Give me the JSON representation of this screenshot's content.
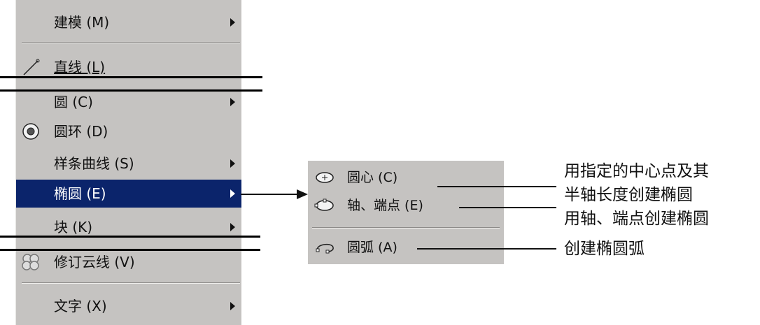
{
  "menu": {
    "items": [
      {
        "label": "建模 (M)",
        "submenu": true
      },
      {
        "label": "直线 (L)",
        "submenu": false,
        "icon": "line-icon"
      },
      {
        "label": "圆 (C)",
        "submenu": true
      },
      {
        "label": "圆环 (D)",
        "submenu": false,
        "icon": "donut-icon"
      },
      {
        "label": "样条曲线 (S)",
        "submenu": true
      },
      {
        "label": "椭圆 (E)",
        "submenu": true,
        "selected": true
      },
      {
        "label": "块 (K)",
        "submenu": true
      },
      {
        "label": "修订云线 (V)",
        "submenu": false,
        "icon": "revision-cloud-icon"
      },
      {
        "label": "文字 (X)",
        "submenu": true
      }
    ]
  },
  "submenu": {
    "items": [
      {
        "label": "圆心 (C)",
        "icon": "ellipse-center-icon"
      },
      {
        "label": "轴、端点 (E)",
        "icon": "ellipse-axis-icon"
      },
      {
        "label": "圆弧 (A)",
        "icon": "ellipse-arc-icon"
      }
    ]
  },
  "annotations": {
    "center_line1": "用指定的中心点及其",
    "center_line2": "半轴长度创建椭圆",
    "axis": "用轴、端点创建椭圆",
    "arc": "创建椭圆弧"
  },
  "colors": {
    "menu_bg": "#c5c3c1",
    "selected_bg": "#0b246b",
    "selected_text": "#ffffff"
  }
}
